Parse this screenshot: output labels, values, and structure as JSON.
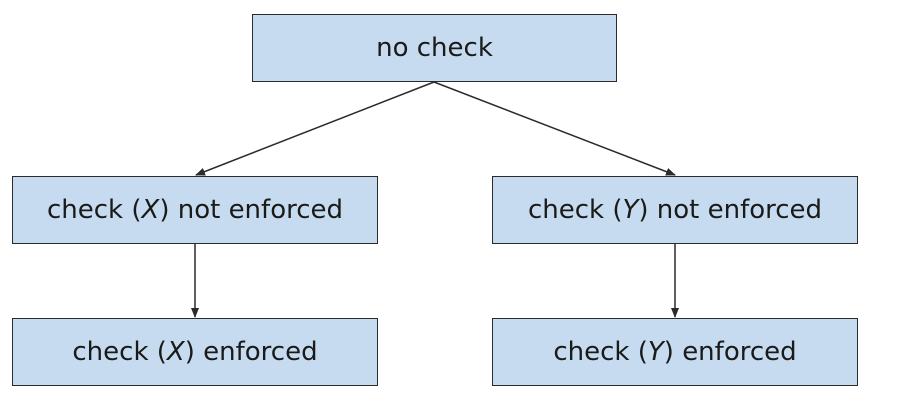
{
  "nodes": {
    "root": {
      "label": "no check"
    },
    "x_not_enforced": {
      "prefix": "check (",
      "var": "X",
      "suffix": ") not enforced"
    },
    "y_not_enforced": {
      "prefix": "check (",
      "var": "Y",
      "suffix": ") not enforced"
    },
    "x_enforced": {
      "prefix": "check (",
      "var": "X",
      "suffix": ") enforced"
    },
    "y_enforced": {
      "prefix": "check (",
      "var": "Y",
      "suffix": ") enforced"
    }
  },
  "edges": [
    {
      "from": "root",
      "to": "x_not_enforced"
    },
    {
      "from": "root",
      "to": "y_not_enforced"
    },
    {
      "from": "x_not_enforced",
      "to": "x_enforced"
    },
    {
      "from": "y_not_enforced",
      "to": "y_enforced"
    }
  ],
  "colors": {
    "node_fill": "#c6dbef",
    "node_border": "#2b2b2b",
    "edge": "#2b2b2b"
  }
}
